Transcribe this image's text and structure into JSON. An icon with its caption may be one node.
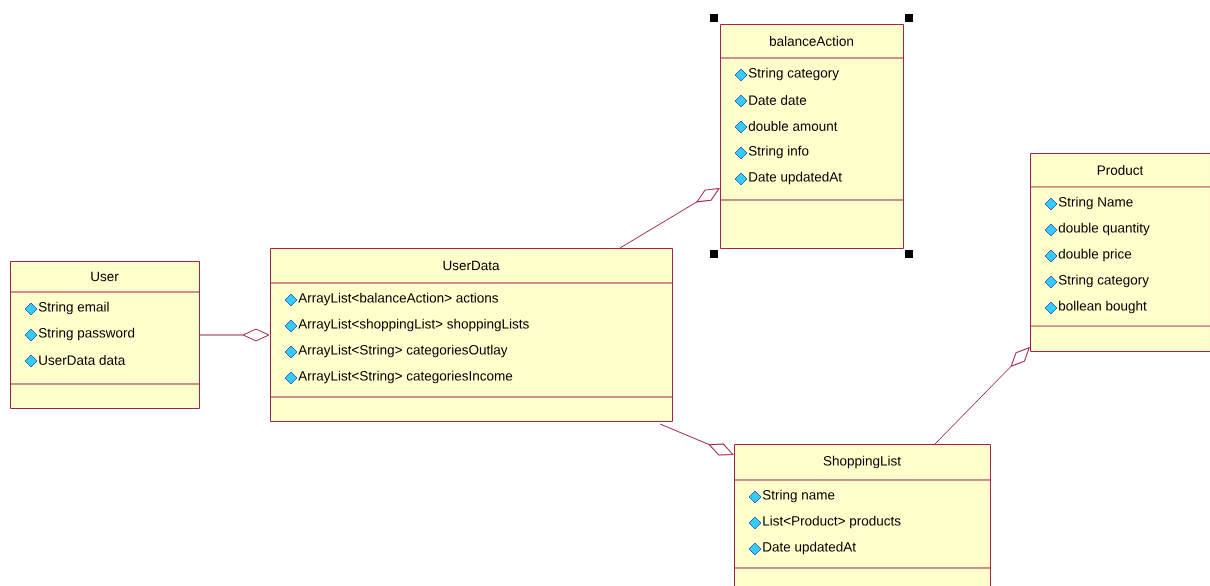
{
  "diagram": {
    "nodes": [
      {
        "text": [
          "User",
          "String email",
          "String password",
          "UserData data"
        ]
      },
      {
        "text": [
          "UserData",
          "ArrayList<balanceAction> actions",
          "ArrayList<shoppingList> shoppingLists",
          "ArrayList<String> categoriesOutlay",
          "ArrayList<String> categoriesIncome"
        ]
      },
      {
        "text": [
          "balanceAction",
          "String category",
          "Date date",
          "double amount",
          "String info",
          "Date updatedAt"
        ]
      },
      {
        "text": [
          "Product",
          "String Name",
          "double quantity",
          "double price",
          "String category",
          "bollean bought"
        ]
      },
      {
        "text": [
          "ShoppingList",
          "String name",
          "List<Product> products",
          "Date updatedAt"
        ]
      }
    ],
    "edges": [
      {
        "from": 0,
        "to": 1,
        "arrow": "other"
      },
      {
        "from": 1,
        "to": 2,
        "arrow": "other"
      },
      {
        "from": 1,
        "to": 4,
        "arrow": "other"
      },
      {
        "from": 4,
        "to": 3,
        "arrow": "other"
      }
    ]
  }
}
